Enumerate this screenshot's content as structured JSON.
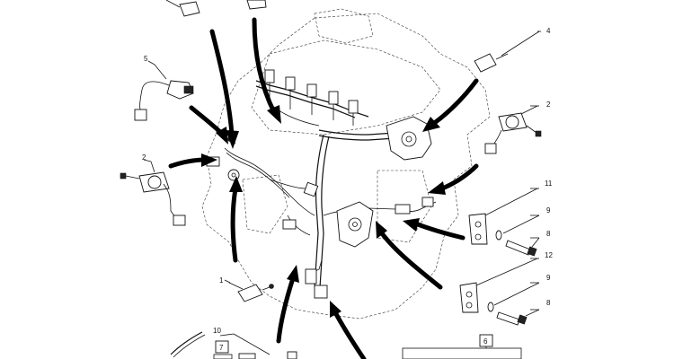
{
  "callouts": {
    "c1": "1",
    "c2a": "2",
    "c2b": "2",
    "c4": "4",
    "c5": "5",
    "c6": "6",
    "c7": "7",
    "c8a": "8",
    "c8b": "8",
    "c9a": "9",
    "c9b": "9",
    "c10": "10",
    "c11": "11",
    "c12": "12"
  },
  "colors": {
    "line": "#111111",
    "arrow": "#000000",
    "background": "#ffffff"
  }
}
